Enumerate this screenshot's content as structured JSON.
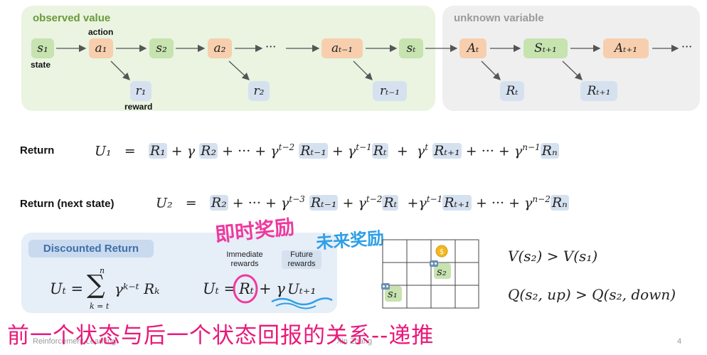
{
  "diagram": {
    "observed_title": "observed value",
    "unknown_title": "unknown variable",
    "action_label": "action",
    "state_label": "state",
    "reward_label": "reward",
    "ellipsis": "···",
    "nodes": {
      "s1": "s₁",
      "a1": "a₁",
      "s2": "s₂",
      "a2": "a₂",
      "at1": "aₜ₋₁",
      "st": "sₜ",
      "At": "Aₜ",
      "St1": "Sₜ₊₁",
      "At1": "Aₜ₊₁",
      "r1": "r₁",
      "r2": "r₂",
      "rt1": "rₜ₋₁",
      "Rt": "Rₜ",
      "Rt1": "Rₜ₊₁"
    }
  },
  "equations": {
    "return_label": "Return",
    "return_next_label": "Return (next state)",
    "u1_lhs": "U₁",
    "u2_lhs": "U₂",
    "equals": "=",
    "plus": "+",
    "gamma": "γ",
    "dots": "···",
    "R1": "R₁",
    "R2": "R₂",
    "Rtm1": "Rₜ₋₁",
    "Rt": "Rₜ",
    "Rtp1": "Rₜ₊₁",
    "Rn": "Rₙ",
    "exp_t2": "t−2",
    "exp_t1": "t−1",
    "exp_t": "t",
    "exp_n1": "n−1",
    "exp_t3": "t−3",
    "exp_n2": "n−2"
  },
  "discounted": {
    "badge": "Discounted Return",
    "formula_lhs": "Uₜ =",
    "sum_top": "n",
    "sum_bottom": "k = t",
    "sum_body": "γᵏ⁻ᵗ Rₖ",
    "rec_lhs": "Uₜ =",
    "rec_r": "Rₜ",
    "rec_plus": "+ γ",
    "rec_u": "Uₜ₊₁",
    "immediate": "Immediate rewards",
    "future": "Future rewards"
  },
  "handwriting": {
    "pink": "即时奖励",
    "blue": "未来奖励"
  },
  "gridworld": {
    "s1": "s₁",
    "s2": "s₂"
  },
  "values": {
    "v_ineq": "V(s₂) > V(s₁)",
    "q_ineq": "Q(s₂, up) > Q(s₂, down)"
  },
  "caption": "前一个状态与后一个状态回报的关系--递推",
  "footer": {
    "left": "Reinforcement Learning",
    "center": "Xin Zhang",
    "page": "4"
  }
}
